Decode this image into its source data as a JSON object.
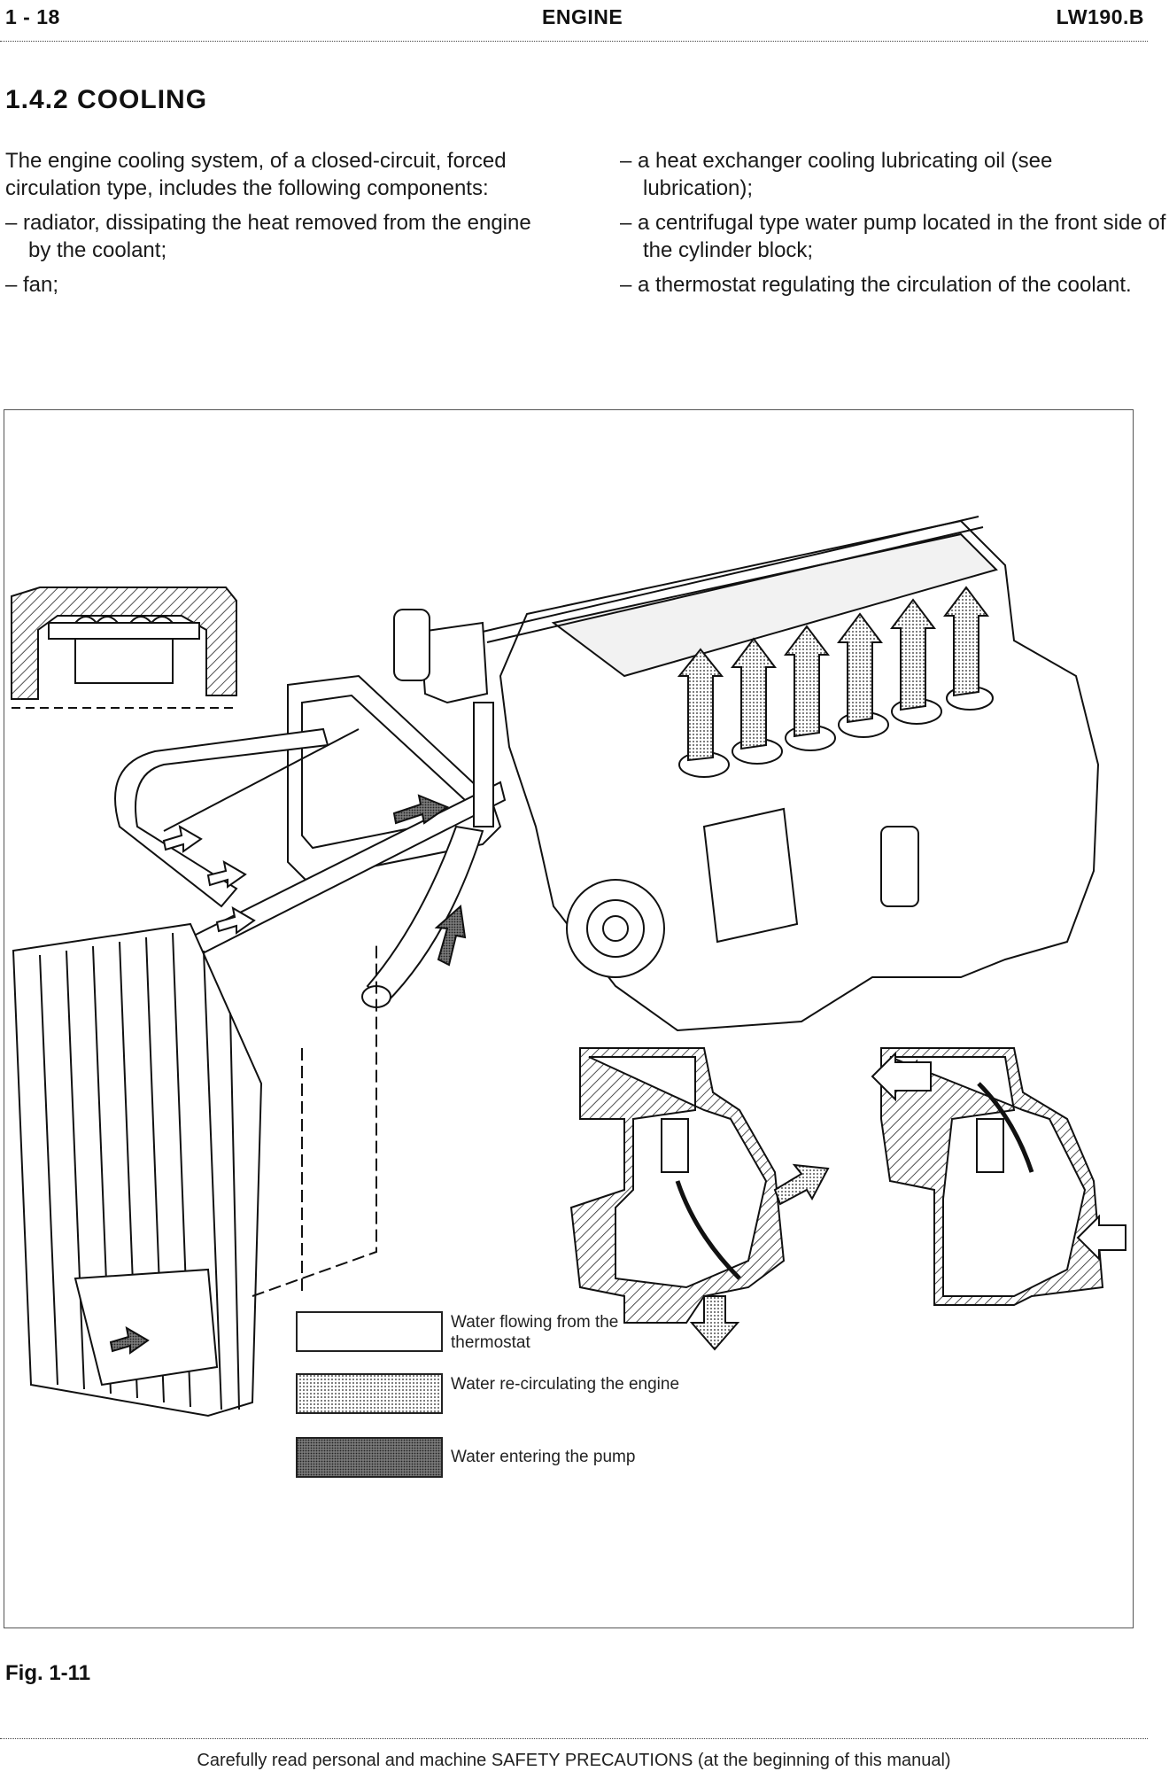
{
  "header": {
    "page_number": "1 - 18",
    "section": "ENGINE",
    "model": "LW190.B"
  },
  "section_title": "1.4.2 COOLING",
  "intro": "The engine cooling system, of a closed-circuit, forced circulation type, includes the following components:",
  "left_items": [
    "– radiator, dissipating the heat removed from the engine by the coolant;",
    "– fan;"
  ],
  "right_items": [
    "– a heat exchanger cooling lubricating oil (see lubrication);",
    "– a centrifugal type water pump located in the front side of the cylinder block;",
    "– a thermostat regulating the circulation of the coolant."
  ],
  "legend": [
    {
      "label": "Water flowing from the thermostat",
      "fill": "#ffffff"
    },
    {
      "label": "Water re-circulating the engine",
      "fill": "#c8c8c8"
    },
    {
      "label": "Water entering the pump",
      "fill": "#6a6a6a"
    }
  ],
  "figure_label": "Fig. 1-11",
  "footer": "Carefully read personal and machine SAFETY PRECAUTIONS (at the beginning of this manual)"
}
